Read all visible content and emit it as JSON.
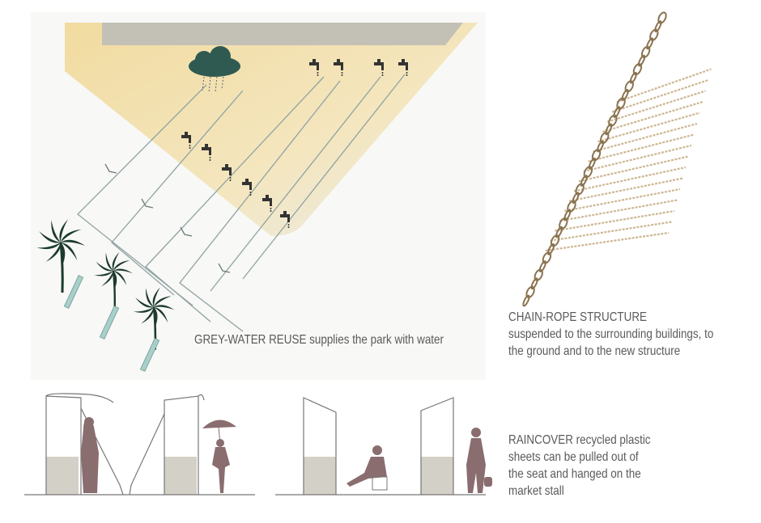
{
  "greywater": {
    "title": "GREY-WATER REUSE",
    "text": "supplies the park with water"
  },
  "chain_rope": {
    "title": "CHAIN-ROPE STRUCTURE",
    "lines": [
      "suspended to the surrounding buildings, to",
      "the ground and to the new structure"
    ]
  },
  "raincover": {
    "title": "RAINCOVER",
    "lines": [
      "recycled plastic",
      "sheets can be pulled out of",
      "the seat and hanged on the",
      "market stall"
    ]
  },
  "colors": {
    "sand": "#f2dfa8",
    "concrete": "#c9c6bc",
    "cloud": "#2f5a52",
    "pipe": "#8fa3a3",
    "palm": "#1c3a2e",
    "bar": "#a8cfc9",
    "chain": "#8a7350",
    "rope": "#cdb793",
    "figure": "#8a6d6f",
    "text": "#5a5a5a"
  }
}
